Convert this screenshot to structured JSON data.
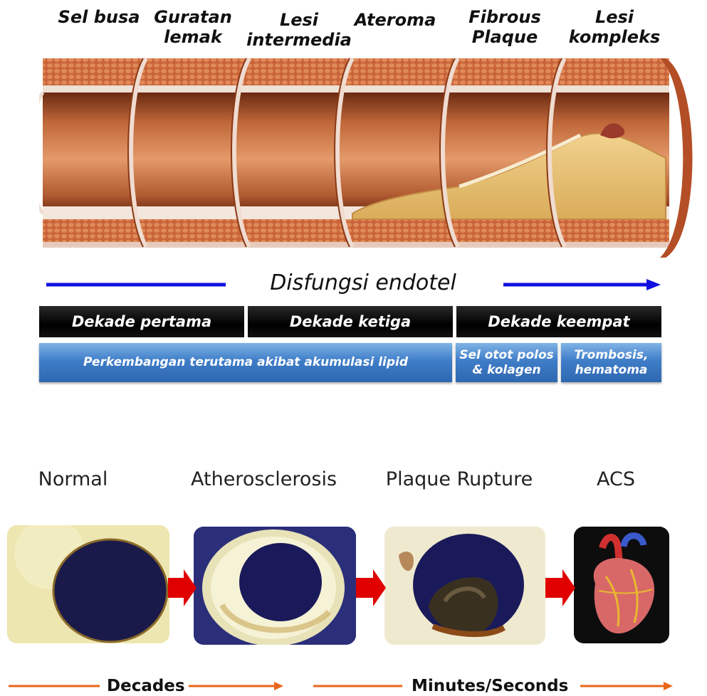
{
  "stages": [
    {
      "label": "Sel busa"
    },
    {
      "label": "Guratan\nlemak"
    },
    {
      "label": "Lesi\nintermedia"
    },
    {
      "label": "Ateroma"
    },
    {
      "label": "Fibrous\nPlaque"
    },
    {
      "label": "Lesi\nkompleks"
    }
  ],
  "disfungsi_label": "Disfungsi endotel",
  "decades": [
    {
      "label": "Dekade pertama"
    },
    {
      "label": "Dekade ketiga"
    },
    {
      "label": "Dekade keempat"
    }
  ],
  "mechanisms": [
    {
      "label": "Perkembangan terutama akibat akumulasi lipid"
    },
    {
      "label": "Sel otot polos\n& kolagen"
    },
    {
      "label": "Trombosis,\nhematoma"
    }
  ],
  "progression": [
    {
      "label": "Normal"
    },
    {
      "label": "Atherosclerosis"
    },
    {
      "label": "Plaque Rupture"
    },
    {
      "label": "ACS"
    }
  ],
  "timescales": [
    {
      "label": "Decades"
    },
    {
      "label": "Minutes/Seconds"
    }
  ],
  "colors": {
    "arrow_blue": "#1010e0",
    "arrow_red": "#e00000",
    "arrow_orange": "#e8661a",
    "bar_blue": "#3f7dc8"
  }
}
